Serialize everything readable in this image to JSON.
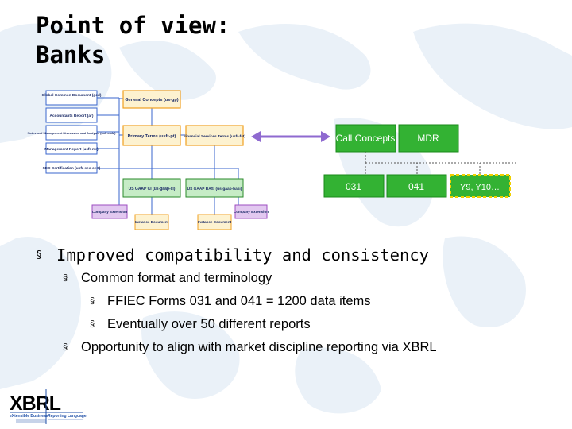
{
  "title": {
    "line1": "Point of view:",
    "line2": "Banks"
  },
  "diagram": {
    "left_boxes": [
      "Global Common Document (gcd)",
      "Accountants Report (ar)",
      "Notes and Management Discussion and Analysis (usfr-mda)",
      "Management Report (usfr-mr)",
      "SEC Certification (usfr-sec-cert)"
    ],
    "general_concepts": "General Concepts (us-gp)",
    "primary_terms": "Primary Terms (usfr-pt)",
    "financial_services_terms": "Financial Services Terms (usfr-fst)",
    "gaap_ci": "US GAAP CI (us-gaap-ci)",
    "gaap_basi": "US GAAP BASI (us-gaap-basi)",
    "company_extension_left": "Company Extension",
    "company_extension_right": "Company Extension",
    "instance_document_left": "Instance Document",
    "instance_document_right": "Instance Document",
    "call_concepts": "Call Concepts",
    "mdr": "MDR",
    "form_031": "031",
    "form_041": "041",
    "form_other": "Y9, Y10…"
  },
  "bullets": {
    "level1": "Improved compatibility and consistency",
    "common_format": "Common format and terminology",
    "ffiec_forms": "FFIEC Forms 031 and 041 = 1200 data items",
    "eventually": "Eventually over 50 different reports",
    "opportunity": "Opportunity to align with market discipline reporting via XBRL",
    "marker": "§"
  },
  "logo": {
    "text": "XBRL",
    "subtitle_left": "eXtensible Business",
    "subtitle_right": "Reporting Language"
  },
  "colors": {
    "green_fill": "#33b233",
    "green_dark": "#1a8a1a",
    "diagram_green_fill": "#c6ecc6",
    "blue_outline": "#3a66cc",
    "orange_box": "#f0a020",
    "orange_fill": "#fdf2d0",
    "purple_fill": "#e2c8f0",
    "purple_outline": "#9c4ec0",
    "yellow_outline": "#f0d000",
    "arrow_purple": "#8f6ad0",
    "xbrl_blue": "#2050a8"
  }
}
